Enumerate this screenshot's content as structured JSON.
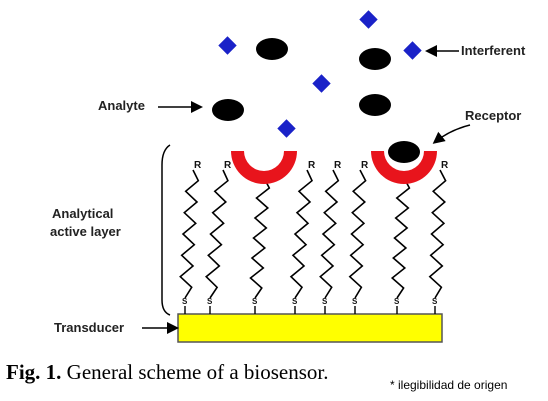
{
  "labels": {
    "interferent": "Interferent",
    "analyte": "Analyte",
    "receptor": "Receptor",
    "active_layer_line1": "Analytical",
    "active_layer_line2": "active layer",
    "transducer": "Transducer"
  },
  "chain_top_label": "R",
  "chain_bottom_label": "S",
  "caption": {
    "prefix": "Fig. 1.",
    "text": "General scheme of a biosensor."
  },
  "note": "* ilegibilidad de origen",
  "colors": {
    "interferent": "#1a22c8",
    "analyte": "#000000",
    "receptor": "#e8141c",
    "transducer": "#ffff00",
    "transducer_border": "#555555"
  },
  "icons": {
    "interferent": "blue-diamond",
    "analyte": "black-ellipse",
    "receptor": "red-cup"
  }
}
